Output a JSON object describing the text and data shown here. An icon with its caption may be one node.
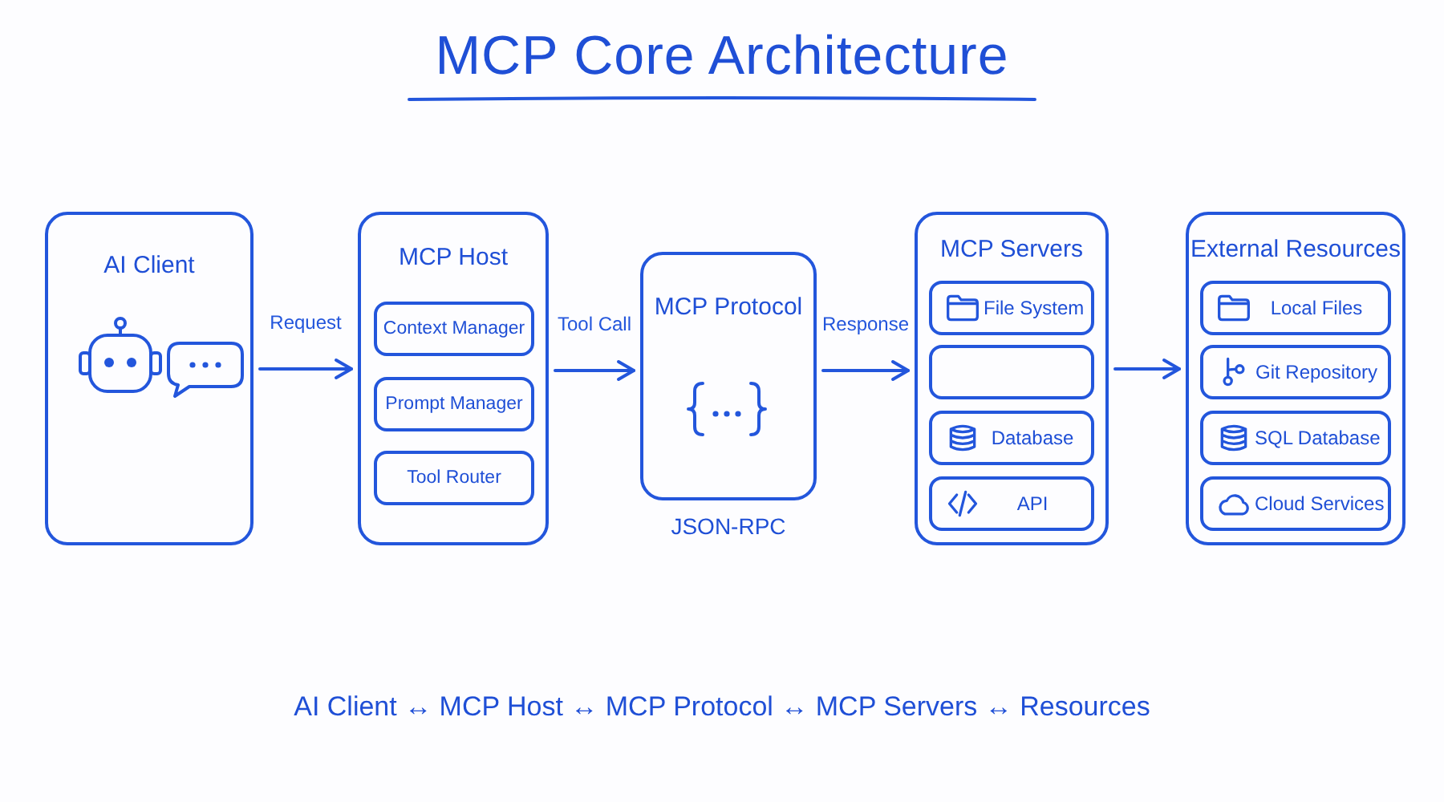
{
  "diagram": {
    "title": "MCP Core Architecture",
    "nodes": [
      {
        "text": [
          "AI Client"
        ]
      },
      {
        "text": [
          "MCP Host"
        ]
      },
      {
        "text": [
          "Context Manager"
        ],
        "in": 1
      },
      {
        "text": [
          "Prompt Manager"
        ],
        "in": 1
      },
      {
        "text": [
          "Tool Router"
        ],
        "in": 1
      },
      {
        "text": [
          "MCP Protocol"
        ],
        "beside": [
          "JSON-RPC"
        ]
      },
      {
        "text": [
          "MCP Servers"
        ]
      },
      {
        "text": [
          "File System"
        ],
        "in": 6
      },
      {
        "text": [],
        "shape": "box",
        "in": 6
      },
      {
        "text": [
          "Database"
        ],
        "in": 6
      },
      {
        "text": [
          "API"
        ],
        "in": 6
      },
      {
        "text": [
          "External Resources"
        ]
      },
      {
        "text": [
          "Local Files"
        ],
        "in": 11
      },
      {
        "text": [
          "Git Repository"
        ],
        "in": 11
      },
      {
        "text": [
          "SQL Database"
        ],
        "in": 11
      },
      {
        "text": [
          "Cloud Services"
        ],
        "in": 11
      }
    ],
    "edges": [
      {
        "from": 0,
        "to": 1,
        "arrow": "to",
        "label": "Request"
      },
      {
        "from": 1,
        "to": 5,
        "arrow": "to",
        "label": "Tool Call"
      },
      {
        "from": 5,
        "to": 6,
        "arrow": "to",
        "label": "Response"
      },
      {
        "from": 6,
        "to": 11,
        "arrow": "to"
      }
    ],
    "labels": [
      "AI Client ↔ MCP Host ↔ MCP Protocol ↔ MCP Servers ↔ Resources"
    ]
  }
}
